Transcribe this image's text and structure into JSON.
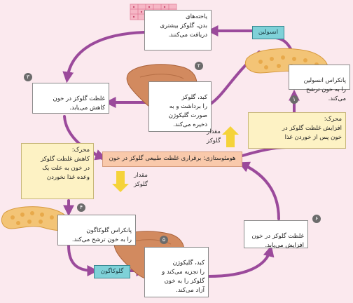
{
  "colors": {
    "background": "#fbe9ee",
    "arrow": "#9b4a9b",
    "box_yellow": "#fdf2c4",
    "box_center": "#f9c9ab",
    "tag": "#7fd1d8",
    "organ": "#d28a5f",
    "pancreas": "#f3c476",
    "amount_arrow": "#f5d33a"
  },
  "icons": {
    "pancreas_top": "pancreas-icon",
    "pancreas_left": "pancreas-icon",
    "liver_top": "liver-icon",
    "liver_bottom": "liver-icon",
    "cells": "body-cells-icon"
  },
  "tags": {
    "insulin": "انسولین",
    "glucagon": "گلوکاگون"
  },
  "center": {
    "label": "هومئوستازی: برقراری غلظت طبیعی گلوکز در خون"
  },
  "amounts": {
    "up": "مقدار\nگلوکز",
    "down": "مقدار\nگلوکز"
  },
  "steps": {
    "s1": {
      "number": "۱",
      "text": "پانکراس انسولین\nرا به خون ترشح می‌کند."
    },
    "s2": {
      "number": "۲",
      "text": "کبد، گلوکز\nرا برداشت و به\nصورت گلیکوژن\nذخیره می‌کند."
    },
    "s3": {
      "number": "۳",
      "text": "غلظت گلوکز در خون\nکاهش می‌یابد."
    },
    "s4": {
      "number": "۴",
      "text": "پانکراس گلوکاگون\nرا به خون ترشح می‌کند."
    },
    "s5": {
      "number": "۵",
      "text": "کبد، گلیکوژن\nرا تجزیه می‌کند و\nگلوکز را به خون\nآزاد می‌کند."
    },
    "s6": {
      "number": "۶",
      "text": "غلظت گلوکز در خون\nافزایش می‌یابد."
    }
  },
  "cells_box": {
    "text": "یاخته‌های\nبدن، گلوکز بیشتری\nدریافت می‌کنند."
  },
  "stimulus_up": {
    "text": "محرک:\nافزایش غلظت گلوکز در\nخون پس از خوردن غذا"
  },
  "stimulus_down": {
    "text": "محرک:\nکاهش غلظت گلوکز\nدر خون به علت یک\nوعده غذا نخوردن"
  }
}
